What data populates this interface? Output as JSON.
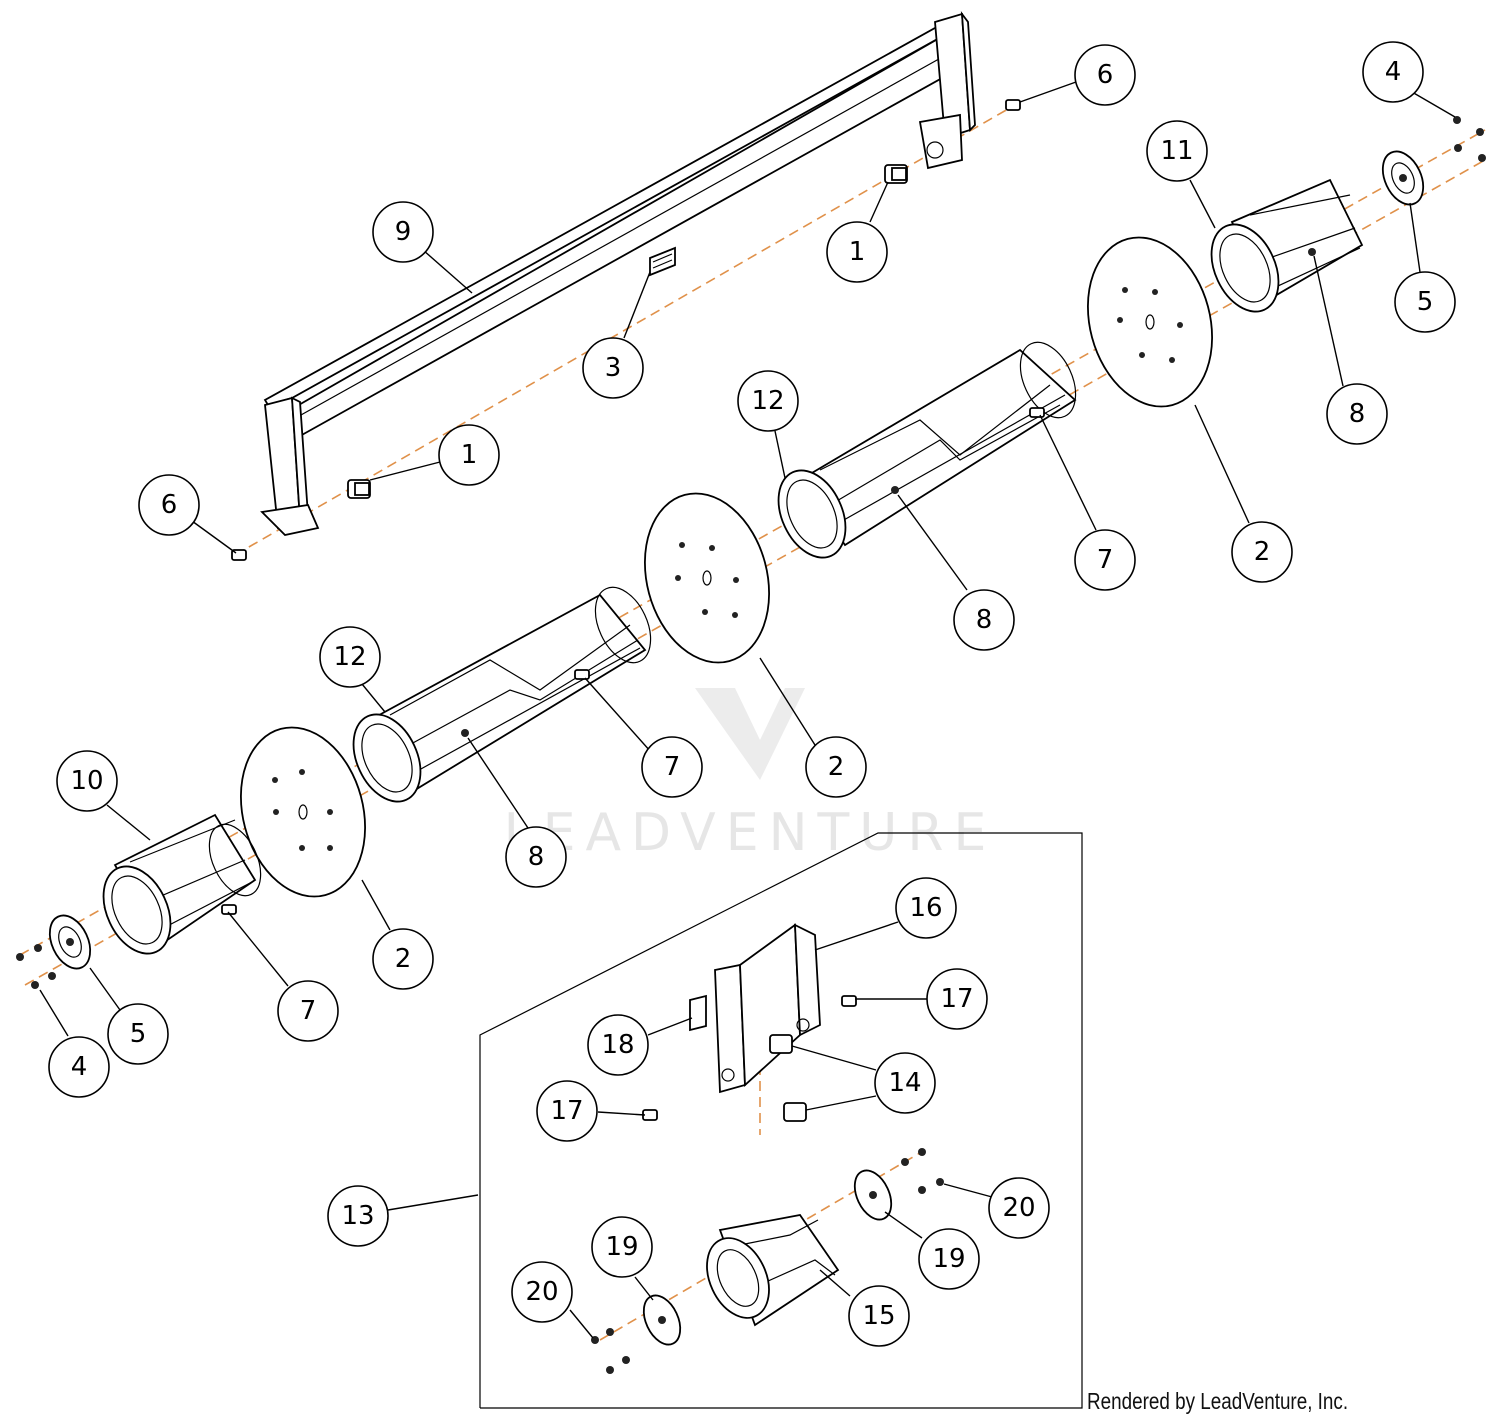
{
  "diagram": {
    "callouts": [
      {
        "id": "c-6a",
        "label": "6"
      },
      {
        "id": "c-4a",
        "label": "4"
      },
      {
        "id": "c-11",
        "label": "11"
      },
      {
        "id": "c-9",
        "label": "9"
      },
      {
        "id": "c-1a",
        "label": "1"
      },
      {
        "id": "c-5a",
        "label": "5"
      },
      {
        "id": "c-3",
        "label": "3"
      },
      {
        "id": "c-8a",
        "label": "8"
      },
      {
        "id": "c-12a",
        "label": "12"
      },
      {
        "id": "c-1b",
        "label": "1"
      },
      {
        "id": "c-6b",
        "label": "6"
      },
      {
        "id": "c-7a",
        "label": "7"
      },
      {
        "id": "c-2a",
        "label": "2"
      },
      {
        "id": "c-8b",
        "label": "8"
      },
      {
        "id": "c-12b",
        "label": "12"
      },
      {
        "id": "c-7b",
        "label": "7"
      },
      {
        "id": "c-2b",
        "label": "2"
      },
      {
        "id": "c-10",
        "label": "10"
      },
      {
        "id": "c-8c",
        "label": "8"
      },
      {
        "id": "c-2c",
        "label": "2"
      },
      {
        "id": "c-7c",
        "label": "7"
      },
      {
        "id": "c-5b",
        "label": "5"
      },
      {
        "id": "c-4b",
        "label": "4"
      },
      {
        "id": "c-16",
        "label": "16"
      },
      {
        "id": "c-17a",
        "label": "17"
      },
      {
        "id": "c-18",
        "label": "18"
      },
      {
        "id": "c-14",
        "label": "14"
      },
      {
        "id": "c-17b",
        "label": "17"
      },
      {
        "id": "c-13",
        "label": "13"
      },
      {
        "id": "c-19a",
        "label": "19"
      },
      {
        "id": "c-20a",
        "label": "20"
      },
      {
        "id": "c-20b",
        "label": "20"
      },
      {
        "id": "c-19b",
        "label": "19"
      },
      {
        "id": "c-15",
        "label": "15"
      }
    ],
    "watermark": "LEADVENTURE",
    "credit": "Rendered by LeadVenture, Inc."
  }
}
